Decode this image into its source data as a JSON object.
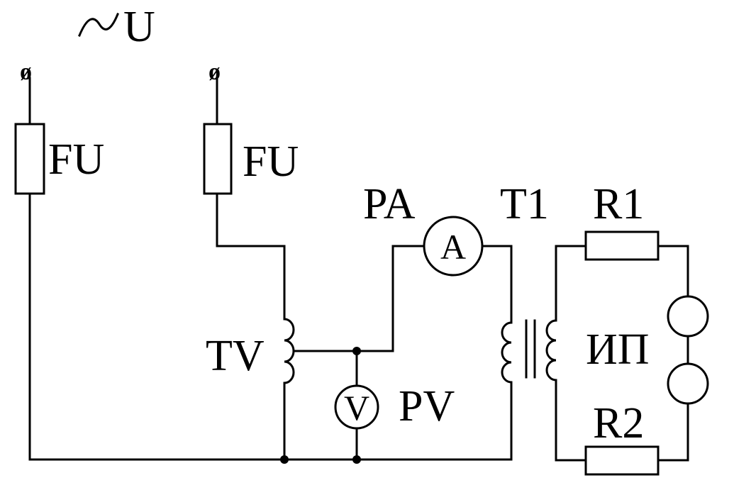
{
  "source": {
    "symbol": "∿",
    "label": "U",
    "terminal_glyph": "ø"
  },
  "labels": {
    "fu_left": "FU",
    "fu_right": "FU",
    "pa": "PA",
    "t1": "T1",
    "r1": "R1",
    "tv": "TV",
    "ip": "ИП",
    "pv": "PV",
    "r2": "R2"
  },
  "meters": {
    "ammeter": "A",
    "voltmeter": "V"
  },
  "colors": {
    "line": "#000000",
    "background": "#ffffff"
  }
}
